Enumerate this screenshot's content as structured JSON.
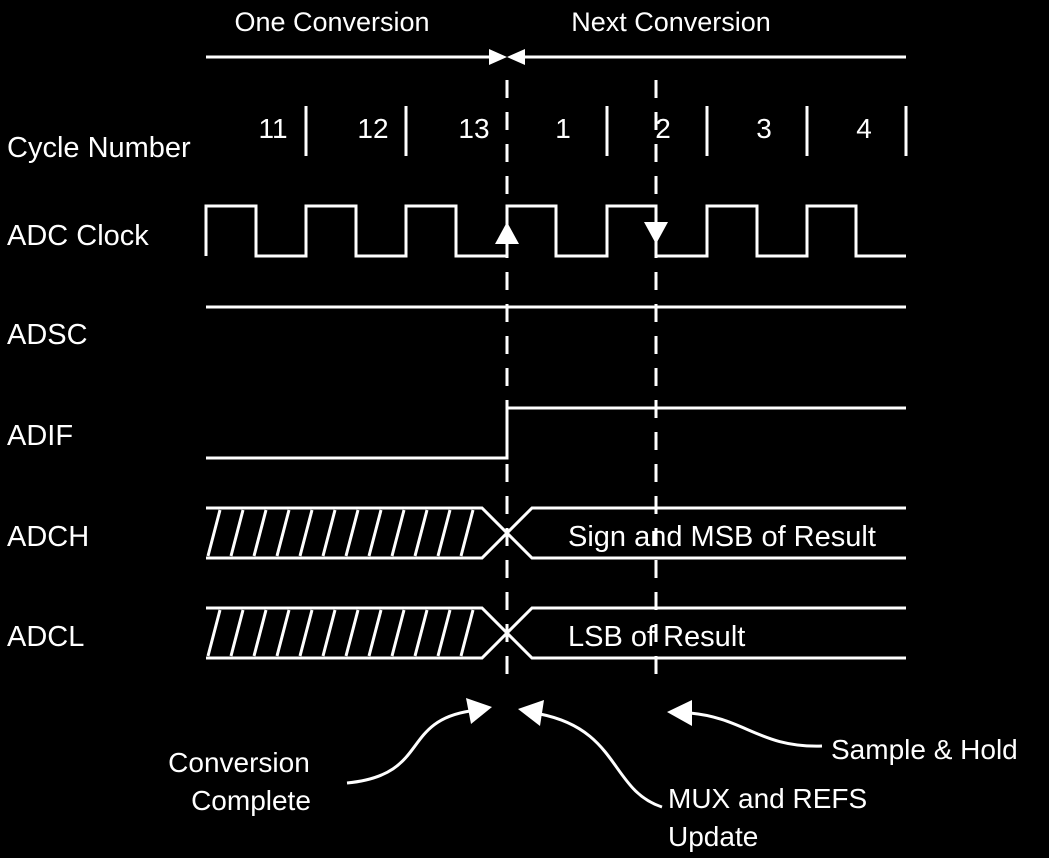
{
  "phases": {
    "one": "One Conversion",
    "next": "Next Conversion"
  },
  "signals": {
    "cycle_number": "Cycle Number",
    "adc_clock": "ADC Clock",
    "adsc": "ADSC",
    "adif": "ADIF",
    "adch": "ADCH",
    "adcl": "ADCL"
  },
  "cycles": [
    "11",
    "12",
    "13",
    "1",
    "2",
    "3",
    "4"
  ],
  "bus_values": {
    "adch": "Sign and MSB of Result",
    "adcl": "LSB of Result"
  },
  "annotations": {
    "conversion_complete": [
      "Conversion",
      "Complete"
    ],
    "mux_refs_update": [
      "MUX and REFS",
      "Update"
    ],
    "sample_hold": "Sample & Hold"
  },
  "colors": {
    "background": "#000000",
    "foreground": "#ffffff"
  }
}
